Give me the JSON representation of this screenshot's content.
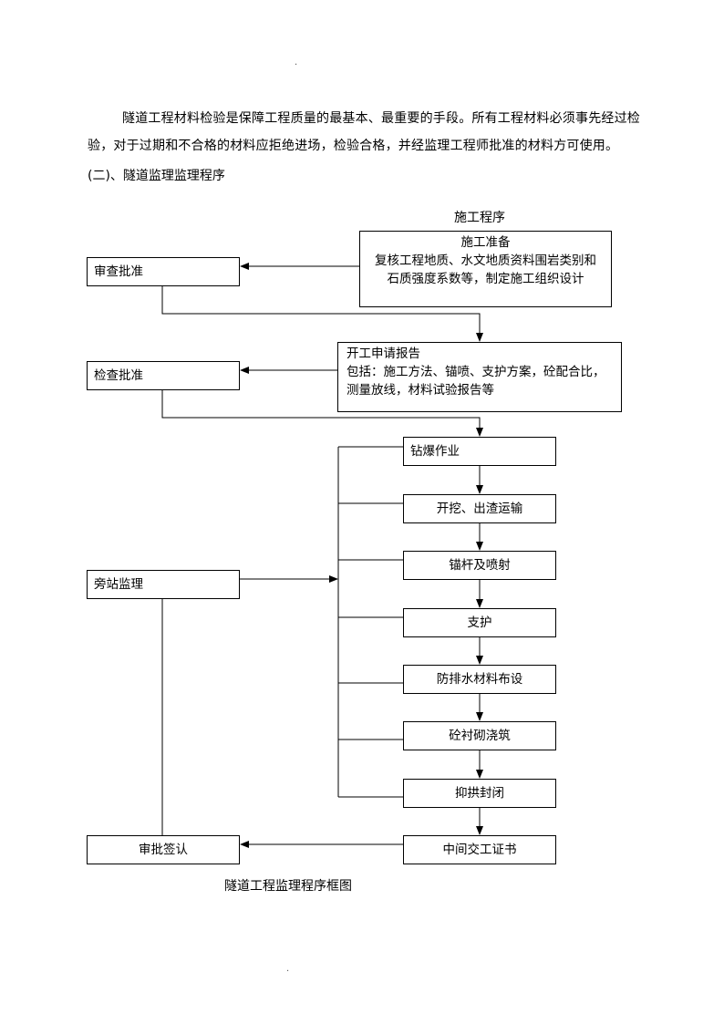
{
  "intro_paragraph": "隧道工程材料检验是保障工程质量的最基本、最重要的手段。所有工程材料必须事先经过检验，对于过期和不合格的材料应拒绝进场，检验合格，并经监理工程师批准的材料方可使用。",
  "section_heading": "(二)、隧道监理监理程序",
  "flowchart": {
    "construction_header": "施工程序",
    "prep": {
      "title": "施工准备",
      "line1": "复核工程地质、水文地质资料围岩类别和",
      "line2": "石质强度系数等，制定施工组织设计"
    },
    "start_report": {
      "title": "开工申请报告",
      "line1": "包括：施工方法、锚喷、支护方案，砼配合比，",
      "line2": "测量放线，材料试验报告等"
    },
    "steps": [
      "钻爆作业",
      "开挖、出渣运输",
      "锚杆及喷射",
      "支护",
      "防排水材料布设",
      "砼衬砌浇筑",
      "抑拱封闭",
      "中间交工证书"
    ],
    "supervision": {
      "review_approval": "审查批准",
      "inspect_approval": "检查批准",
      "onsite_supervision": "旁站监理",
      "sign_off": "审批签认"
    },
    "caption": "隧道工程监理程序框图"
  }
}
